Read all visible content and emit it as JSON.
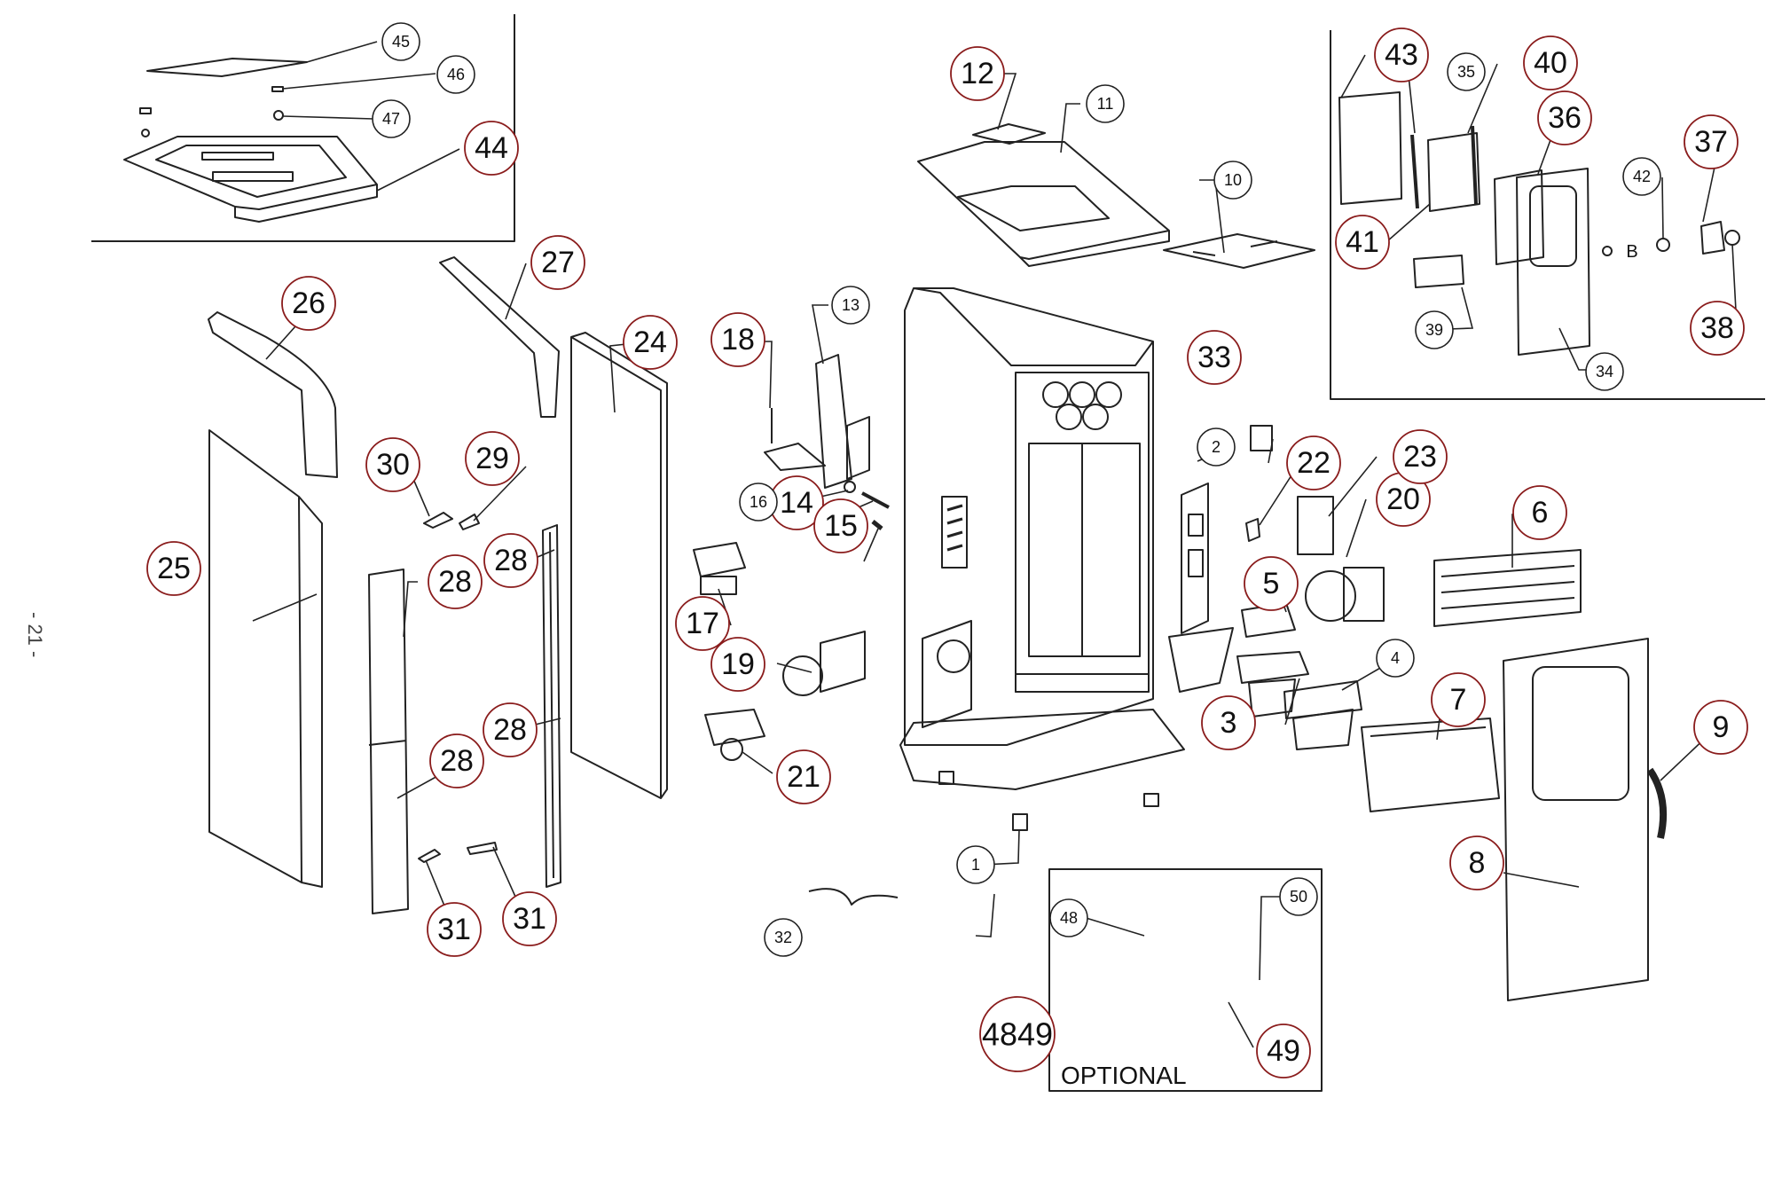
{
  "page_number": "- 21 -",
  "optional_box_label": "OPTIONAL",
  "detail_marker": "B",
  "callouts": [
    {
      "id": "1",
      "style": "small"
    },
    {
      "id": "2",
      "style": "small"
    },
    {
      "id": "3",
      "style": "large"
    },
    {
      "id": "4",
      "style": "small"
    },
    {
      "id": "5",
      "style": "large"
    },
    {
      "id": "6",
      "style": "large"
    },
    {
      "id": "7",
      "style": "large"
    },
    {
      "id": "8",
      "style": "large"
    },
    {
      "id": "9",
      "style": "large"
    },
    {
      "id": "10",
      "style": "small"
    },
    {
      "id": "11",
      "style": "small"
    },
    {
      "id": "12",
      "style": "large"
    },
    {
      "id": "13",
      "style": "small"
    },
    {
      "id": "14",
      "style": "large"
    },
    {
      "id": "15",
      "style": "large"
    },
    {
      "id": "16",
      "style": "small"
    },
    {
      "id": "17",
      "style": "large"
    },
    {
      "id": "18",
      "style": "large"
    },
    {
      "id": "19",
      "style": "large"
    },
    {
      "id": "20",
      "style": "large"
    },
    {
      "id": "21",
      "style": "large"
    },
    {
      "id": "22",
      "style": "large"
    },
    {
      "id": "23",
      "style": "large"
    },
    {
      "id": "24",
      "style": "large"
    },
    {
      "id": "25",
      "style": "large"
    },
    {
      "id": "26",
      "style": "large"
    },
    {
      "id": "27",
      "style": "large"
    },
    {
      "id": "28",
      "style": "large"
    },
    {
      "id": "28",
      "style": "large"
    },
    {
      "id": "28",
      "style": "large"
    },
    {
      "id": "28",
      "style": "large"
    },
    {
      "id": "29",
      "style": "large"
    },
    {
      "id": "30",
      "style": "large"
    },
    {
      "id": "31",
      "style": "large"
    },
    {
      "id": "31",
      "style": "large"
    },
    {
      "id": "32",
      "style": "small"
    },
    {
      "id": "33",
      "style": "large"
    },
    {
      "id": "34",
      "style": "small"
    },
    {
      "id": "35",
      "style": "small"
    },
    {
      "id": "36",
      "style": "large"
    },
    {
      "id": "37",
      "style": "large"
    },
    {
      "id": "38",
      "style": "large"
    },
    {
      "id": "39",
      "style": "small"
    },
    {
      "id": "40",
      "style": "large"
    },
    {
      "id": "41",
      "style": "large"
    },
    {
      "id": "42",
      "style": "small"
    },
    {
      "id": "43",
      "style": "large"
    },
    {
      "id": "44",
      "style": "large"
    },
    {
      "id": "45",
      "style": "small"
    },
    {
      "id": "46",
      "style": "small"
    },
    {
      "id": "47",
      "style": "small"
    },
    {
      "id": "4849",
      "style": "large"
    },
    {
      "id": "48",
      "style": "small"
    },
    {
      "id": "49",
      "style": "large"
    },
    {
      "id": "50",
      "style": "small"
    }
  ]
}
